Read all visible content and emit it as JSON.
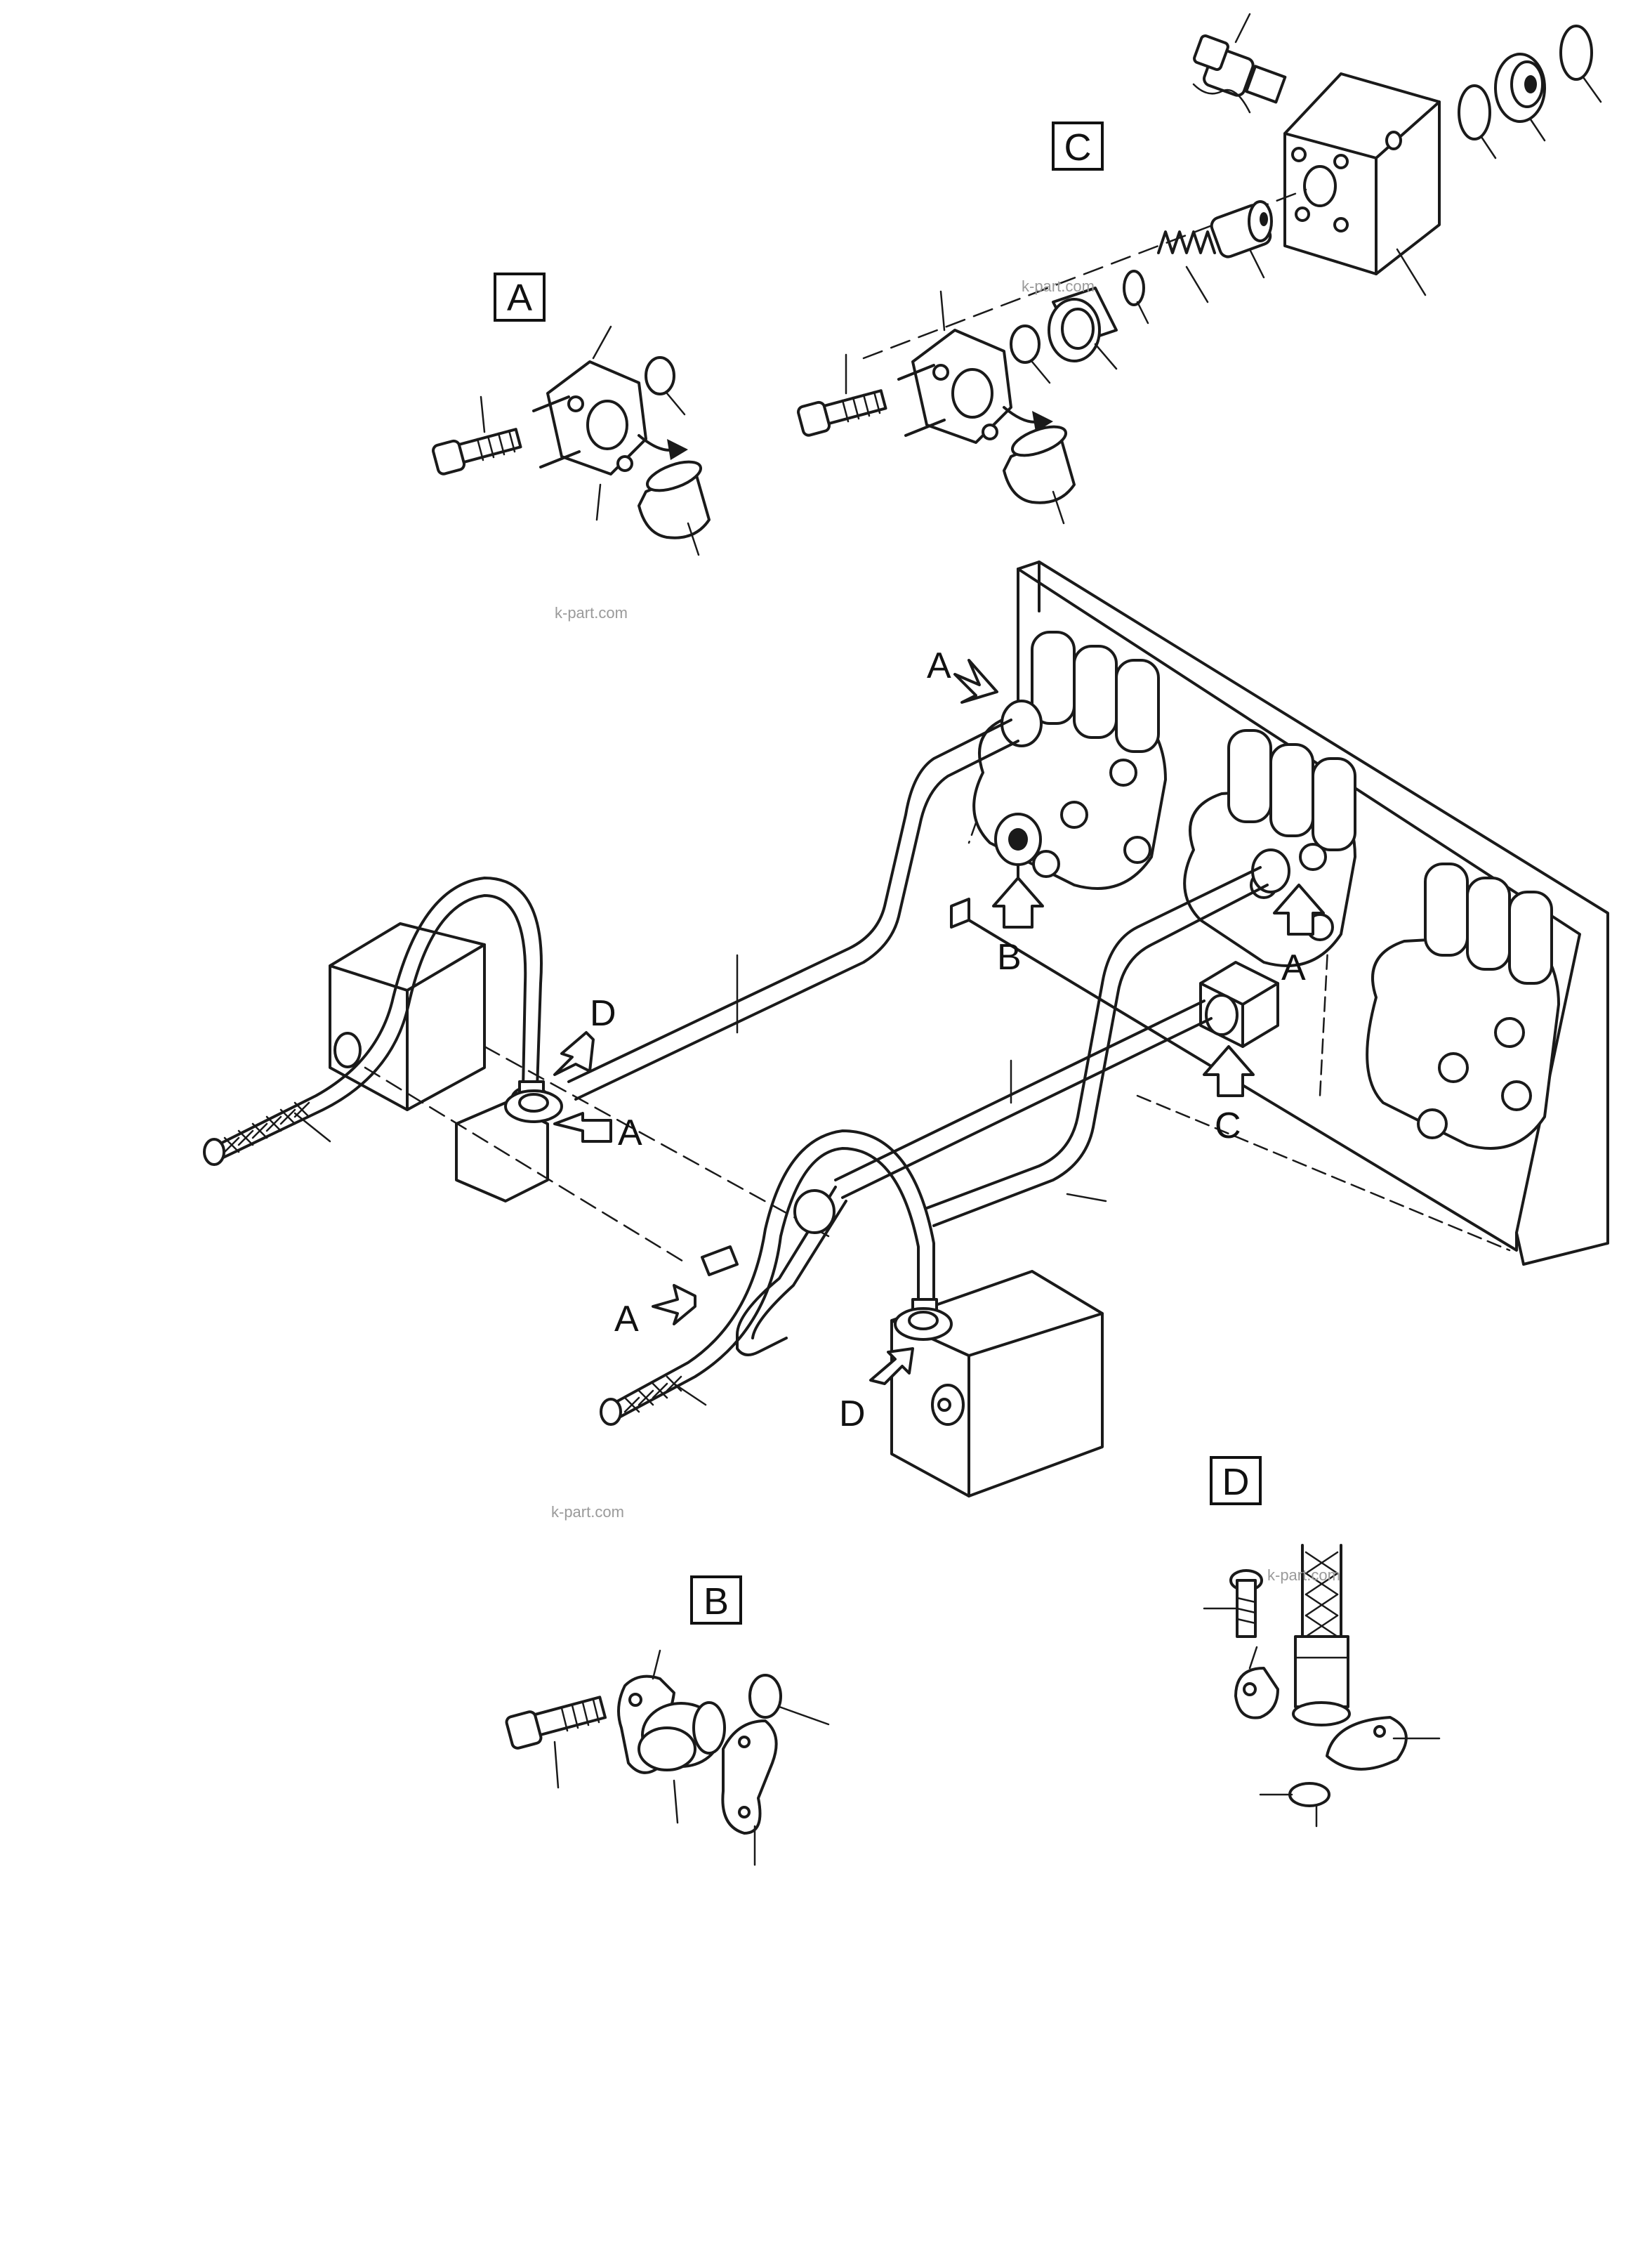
{
  "detail_labels": {
    "a": "A",
    "b": "B",
    "c": "C",
    "d": "D"
  },
  "callouts": {
    "a": "A",
    "b": "B",
    "c": "C",
    "d": "D"
  },
  "watermark": "k-part.com"
}
